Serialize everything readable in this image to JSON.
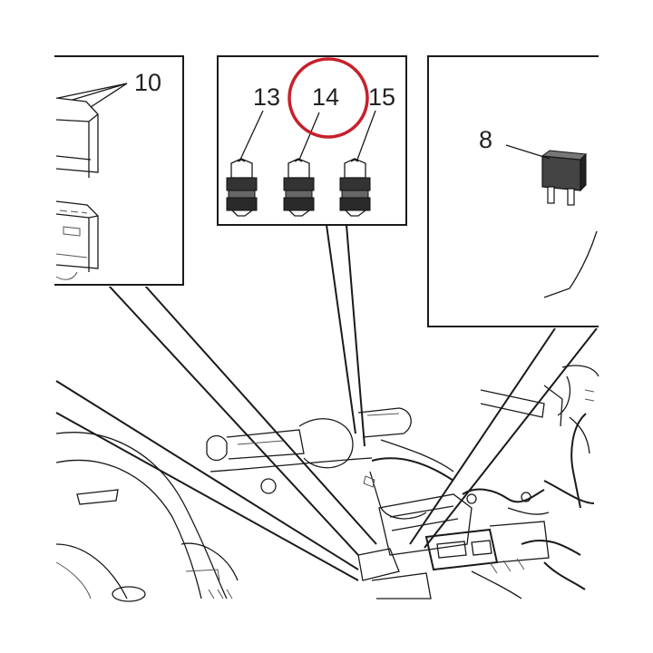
{
  "callouts": {
    "relay_group": "10",
    "part_13": "13",
    "part_14": "14",
    "part_15": "15",
    "fuse": "8"
  },
  "highlight": {
    "target": "14",
    "color": "#c8202a"
  }
}
